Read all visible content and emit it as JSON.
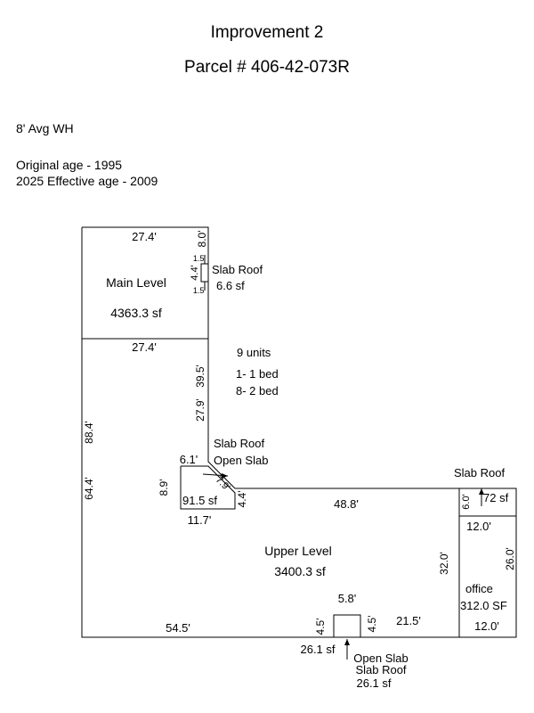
{
  "header": {
    "title": "Improvement 2",
    "parcel": "Parcel # 406-42-073R"
  },
  "info": {
    "wall_height": "8' Avg WH",
    "original_age": "Original age - 1995",
    "effective_age": "2025 Effective age - 2009"
  },
  "sketch": {
    "main_level": {
      "name": "Main Level",
      "area": "4363.3 sf"
    },
    "upper_level": {
      "name": "Upper Level",
      "area": "3400.3 sf"
    },
    "units": {
      "count": "9 units",
      "one_bed": "1- 1 bed",
      "two_bed": "8- 2 bed"
    },
    "slab_roof_top": {
      "name": "Slab Roof",
      "area": "6.6 sf",
      "d_top": "1.5'",
      "d_side": "4.4'",
      "d_bottom": "1.5'"
    },
    "slab_open_corner": {
      "name1": "Slab Roof",
      "name2": "Open Slab",
      "area": "91.5 sf",
      "d_top": "6.1'",
      "d_diag": "7.9'",
      "d_left": "8.9'",
      "d_right": "4.4'",
      "d_bottom": "11.7'"
    },
    "slab_roof_right": {
      "name": "Slab Roof",
      "area": "72 sf",
      "d_side": "6.0'",
      "d_width": "12.0'"
    },
    "office": {
      "name": "office",
      "area": "312.0 SF",
      "d_side": "26.0'",
      "d_bottom": "12.0'"
    },
    "open_slab_bottom": {
      "name1": "Open Slab",
      "name2": "Slab Roof",
      "area_label": "26.1 sf",
      "area_left": "26.1 sf",
      "d_top": "5.8'",
      "d_left": "4.5'",
      "d_right": "4.5'"
    },
    "dims": {
      "main_top": "27.4'",
      "main_right_upper": "8.0'",
      "main_divider": "27.4'",
      "right_39": "39.5'",
      "right_27": "27.9'",
      "left_88": "88.4'",
      "left_64": "64.4'",
      "upper_top": "48.8'",
      "upper_right": "32.0'",
      "bottom_left": "54.5'",
      "bottom_right": "21.5'"
    }
  }
}
